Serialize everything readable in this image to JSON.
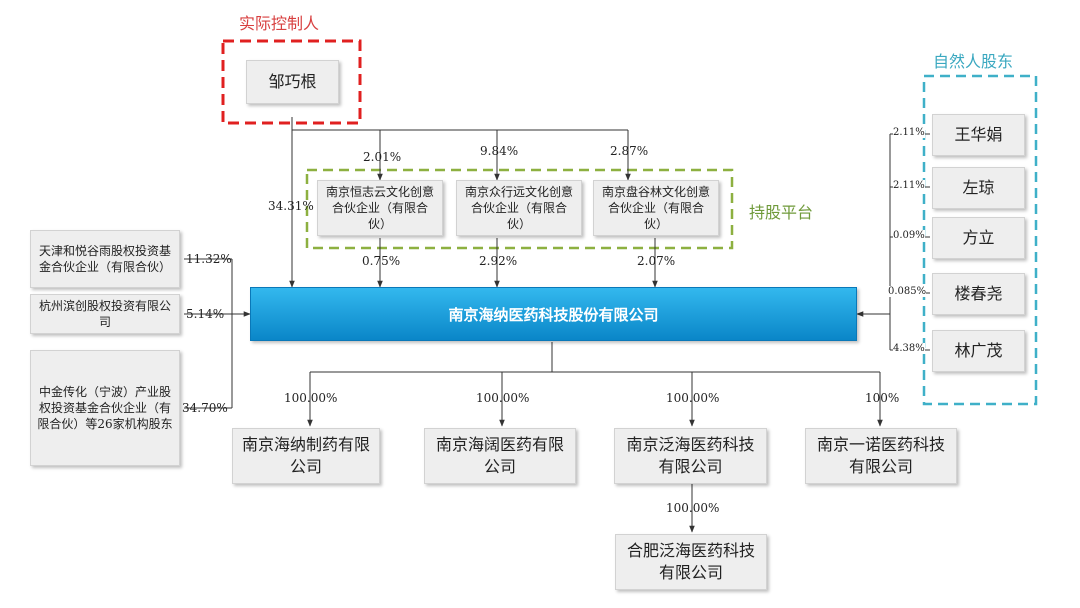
{
  "labels": {
    "controller": "实际控制人",
    "platform": "持股平台",
    "natural": "自然人股东"
  },
  "controller_name": "邹巧根",
  "company": "南京海纳医药科技股份有限公司",
  "platforms": [
    {
      "name": "南京恒志云文化创意合伙企业（有限合伙）",
      "upper_pct": "2.01%",
      "lower_pct": "0.75%"
    },
    {
      "name": "南京众行远文化创意合伙企业（有限合伙）",
      "upper_pct": "9.84%",
      "lower_pct": "2.92%"
    },
    {
      "name": "南京盘谷林文化创意合伙企业（有限合伙）",
      "upper_pct": "2.87%",
      "lower_pct": "2.07%"
    }
  ],
  "controller_pct": "34.31%",
  "institutions": [
    {
      "name": "天津和悦谷雨股权投资基金合伙企业（有限合伙）",
      "pct": "11.32%"
    },
    {
      "name": "杭州滨创股权投资有限公司",
      "pct": "5.14%"
    },
    {
      "name": "中金传化（宁波）产业股权投资基金合伙企业（有限合伙）等26家机构股东",
      "pct": "34.70%"
    }
  ],
  "persons": [
    {
      "name": "王华娟",
      "pct": "2.11%"
    },
    {
      "name": "左琼",
      "pct": "2.11%"
    },
    {
      "name": "方立",
      "pct": "0.09%"
    },
    {
      "name": "楼春尧",
      "pct": "0.085%"
    },
    {
      "name": "林广茂",
      "pct": "4.38%"
    }
  ],
  "subsidiaries": [
    {
      "name": "南京海纳制药有限公司",
      "pct": "100.00%"
    },
    {
      "name": "南京海阔医药有限公司",
      "pct": "100.00%"
    },
    {
      "name": "南京泛海医药科技有限公司",
      "pct": "100.00%"
    },
    {
      "name": "南京一诺医药科技有限公司",
      "pct": "100%"
    }
  ],
  "sub_sub": {
    "name": "合肥泛海医药科技有限公司",
    "pct": "100.00%"
  },
  "colors": {
    "company_top": "#33b8ee",
    "company_bottom": "#0a86c8",
    "controller_frame": "#e02020",
    "platform_frame": "#8db040",
    "natural_frame": "#3fb0c8",
    "label_red": "#d84040",
    "label_green": "#6f9a3a",
    "label_teal": "#3aa8c0"
  }
}
